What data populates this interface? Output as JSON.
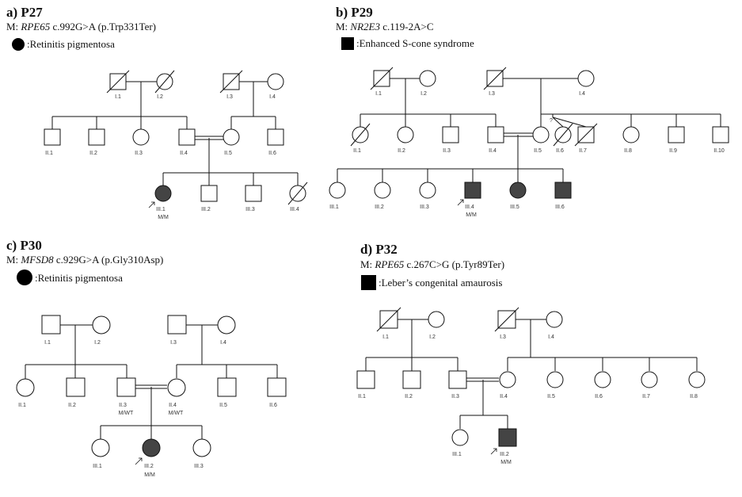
{
  "panels": [
    {
      "id": "a",
      "title": "a) P27",
      "mutation_prefix": "M: ",
      "gene": "RPE65",
      "variant": " c.992G>A (p.Trp331Ter)",
      "legend_shape": "circle",
      "legend_text": ":Retinitis pigmentosa",
      "individuals": [
        {
          "label": "I.1",
          "sex": "male",
          "affected": false,
          "deceased": true
        },
        {
          "label": "I.2",
          "sex": "female",
          "affected": false,
          "deceased": true
        },
        {
          "label": "I.3",
          "sex": "male",
          "affected": false,
          "deceased": true
        },
        {
          "label": "I.4",
          "sex": "female",
          "affected": false,
          "deceased": false
        },
        {
          "label": "II.1",
          "sex": "male",
          "affected": false,
          "deceased": false
        },
        {
          "label": "II.2",
          "sex": "male",
          "affected": false,
          "deceased": false
        },
        {
          "label": "II.3",
          "sex": "female",
          "affected": false,
          "deceased": false
        },
        {
          "label": "II.4",
          "sex": "male",
          "affected": false,
          "deceased": false
        },
        {
          "label": "II.5",
          "sex": "female",
          "affected": false,
          "deceased": false
        },
        {
          "label": "II.6",
          "sex": "male",
          "affected": false,
          "deceased": false
        },
        {
          "label": "III.1",
          "sex": "female",
          "affected": true,
          "deceased": false,
          "proband": true,
          "genotype": "M/M"
        },
        {
          "label": "III.2",
          "sex": "male",
          "affected": false,
          "deceased": false
        },
        {
          "label": "III.3",
          "sex": "male",
          "affected": false,
          "deceased": false
        },
        {
          "label": "III.4",
          "sex": "female",
          "affected": false,
          "deceased": true
        }
      ]
    },
    {
      "id": "b",
      "title": "b) P29",
      "mutation_prefix": "M: ",
      "gene": "NR2E3",
      "variant": " c.119-2A>C",
      "legend_shape": "square",
      "legend_text": ":Enhanced S-cone syndrome",
      "question_mark": "?",
      "individuals": [
        {
          "label": "I.1",
          "sex": "male",
          "affected": false,
          "deceased": true
        },
        {
          "label": "I.2",
          "sex": "female",
          "affected": false,
          "deceased": false
        },
        {
          "label": "I.3",
          "sex": "male",
          "affected": false,
          "deceased": true
        },
        {
          "label": "I.4",
          "sex": "female",
          "affected": false,
          "deceased": false
        },
        {
          "label": "II.1",
          "sex": "female",
          "affected": false,
          "deceased": true
        },
        {
          "label": "II.2",
          "sex": "female",
          "affected": false,
          "deceased": false
        },
        {
          "label": "II.3",
          "sex": "male",
          "affected": false,
          "deceased": false
        },
        {
          "label": "II.4",
          "sex": "male",
          "affected": false,
          "deceased": false
        },
        {
          "label": "II.5",
          "sex": "female",
          "affected": false,
          "deceased": false
        },
        {
          "label": "II.6",
          "sex": "female",
          "affected": false,
          "deceased": true
        },
        {
          "label": "II.7",
          "sex": "male",
          "affected": false,
          "deceased": true
        },
        {
          "label": "II.8",
          "sex": "female",
          "affected": false,
          "deceased": false
        },
        {
          "label": "II.9",
          "sex": "male",
          "affected": false,
          "deceased": false
        },
        {
          "label": "II.10",
          "sex": "male",
          "affected": false,
          "deceased": false
        },
        {
          "label": "III.1",
          "sex": "female",
          "affected": false,
          "deceased": false
        },
        {
          "label": "III.2",
          "sex": "female",
          "affected": false,
          "deceased": false
        },
        {
          "label": "III.3",
          "sex": "female",
          "affected": false,
          "deceased": false
        },
        {
          "label": "III.4",
          "sex": "male",
          "affected": true,
          "deceased": false,
          "proband": true,
          "genotype": "M/M"
        },
        {
          "label": "III.5",
          "sex": "female",
          "affected": true,
          "deceased": false
        },
        {
          "label": "III.6",
          "sex": "male",
          "affected": true,
          "deceased": false
        }
      ]
    },
    {
      "id": "c",
      "title": "c) P30",
      "mutation_prefix": "M: ",
      "gene": "MFSD8",
      "variant": " c.929G>A (p.Gly310Asp)",
      "legend_shape": "circle",
      "legend_text": ":Retinitis pigmentosa",
      "individuals": [
        {
          "label": "I.1",
          "sex": "male",
          "affected": false,
          "deceased": false
        },
        {
          "label": "I.2",
          "sex": "female",
          "affected": false,
          "deceased": false
        },
        {
          "label": "I.3",
          "sex": "male",
          "affected": false,
          "deceased": false
        },
        {
          "label": "I.4",
          "sex": "female",
          "affected": false,
          "deceased": false
        },
        {
          "label": "II.1",
          "sex": "female",
          "affected": false,
          "deceased": false
        },
        {
          "label": "II.2",
          "sex": "male",
          "affected": false,
          "deceased": false
        },
        {
          "label": "II.3",
          "sex": "male",
          "affected": false,
          "deceased": false,
          "genotype": "M/WT"
        },
        {
          "label": "II.4",
          "sex": "female",
          "affected": false,
          "deceased": false,
          "genotype": "M/WT"
        },
        {
          "label": "II.5",
          "sex": "male",
          "affected": false,
          "deceased": false
        },
        {
          "label": "II.6",
          "sex": "male",
          "affected": false,
          "deceased": false
        },
        {
          "label": "III.1",
          "sex": "female",
          "affected": false,
          "deceased": false
        },
        {
          "label": "III.2",
          "sex": "female",
          "affected": true,
          "deceased": false,
          "proband": true,
          "genotype": "M/M"
        },
        {
          "label": "III.3",
          "sex": "female",
          "affected": false,
          "deceased": false
        }
      ]
    },
    {
      "id": "d",
      "title": "d) P32",
      "mutation_prefix": "M: ",
      "gene": "RPE65",
      "variant": " c.267C>G (p.Tyr89Ter)",
      "legend_shape": "square",
      "legend_text": ":Leber’s congenital amaurosis",
      "individuals": [
        {
          "label": "I.1",
          "sex": "male",
          "affected": false,
          "deceased": true
        },
        {
          "label": "I.2",
          "sex": "female",
          "affected": false,
          "deceased": false
        },
        {
          "label": "I.3",
          "sex": "male",
          "affected": false,
          "deceased": true
        },
        {
          "label": "I.4",
          "sex": "female",
          "affected": false,
          "deceased": false
        },
        {
          "label": "II.1",
          "sex": "male",
          "affected": false,
          "deceased": false
        },
        {
          "label": "II.2",
          "sex": "male",
          "affected": false,
          "deceased": false
        },
        {
          "label": "II.3",
          "sex": "male",
          "affected": false,
          "deceased": false
        },
        {
          "label": "II.4",
          "sex": "female",
          "affected": false,
          "deceased": false
        },
        {
          "label": "II.5",
          "sex": "female",
          "affected": false,
          "deceased": false
        },
        {
          "label": "II.6",
          "sex": "female",
          "affected": false,
          "deceased": false
        },
        {
          "label": "II.7",
          "sex": "female",
          "affected": false,
          "deceased": false
        },
        {
          "label": "II.8",
          "sex": "female",
          "affected": false,
          "deceased": false
        },
        {
          "label": "III.1",
          "sex": "female",
          "affected": false,
          "deceased": false
        },
        {
          "label": "III.2",
          "sex": "male",
          "affected": true,
          "deceased": false,
          "proband": true,
          "genotype": "M/M"
        }
      ]
    }
  ]
}
